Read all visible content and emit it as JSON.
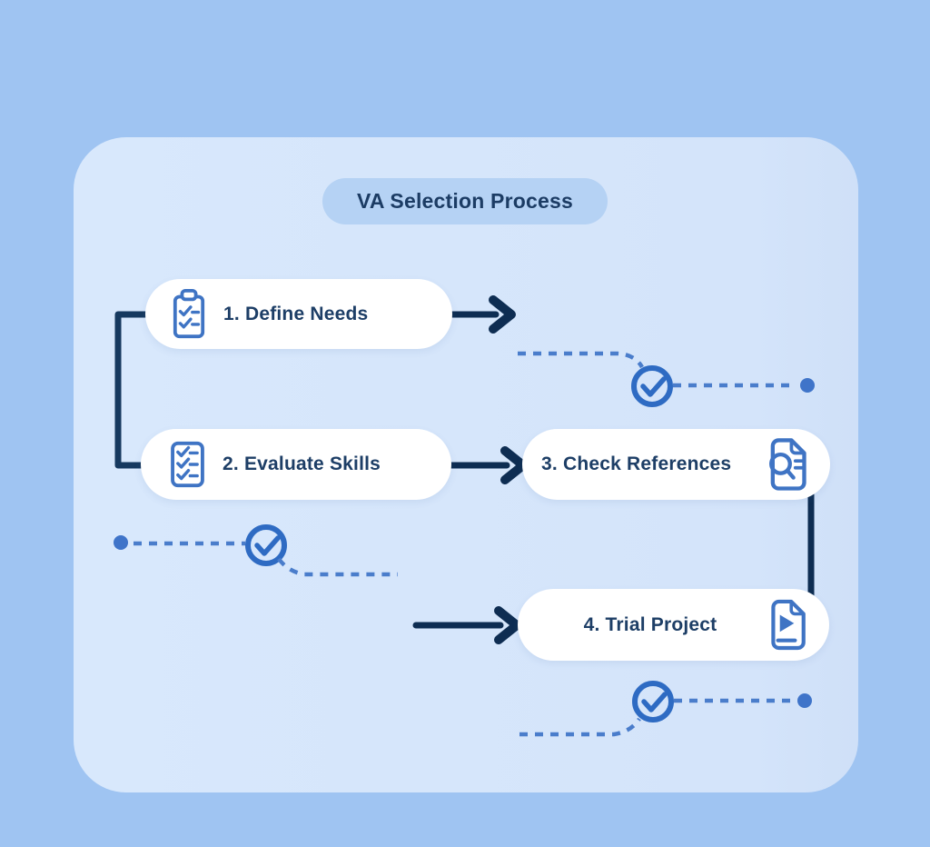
{
  "title": "VA Selection Process",
  "steps": [
    {
      "label": "1. Define Needs",
      "icon": "clipboard-check-icon"
    },
    {
      "label": "2. Evaluate Skills",
      "icon": "checklist-icon"
    },
    {
      "label": "3. Check References",
      "icon": "document-search-icon"
    },
    {
      "label": "4. Trial Project",
      "icon": "document-play-icon"
    }
  ],
  "flow": {
    "arrows": [
      {
        "from": "1. Define Needs",
        "direction": "right"
      },
      {
        "from": "2. Evaluate Skills",
        "to": "3. Check References"
      },
      {
        "to": "4. Trial Project",
        "direction": "right"
      }
    ],
    "brackets": [
      {
        "connects": [
          "1. Define Needs",
          "2. Evaluate Skills"
        ],
        "side": "left"
      },
      {
        "connects": [
          "3. Check References",
          "4. Trial Project"
        ],
        "side": "right"
      }
    ],
    "checkpoints": [
      {
        "icon": "check-circle-icon",
        "position": "right-of-step-1"
      },
      {
        "icon": "check-circle-icon",
        "position": "below-step-2"
      },
      {
        "icon": "check-circle-icon",
        "position": "below-step-4"
      }
    ]
  },
  "colors": {
    "background": "#9fc4f2",
    "card": "#d6e6fb",
    "title_pill": "#b5d2f4",
    "node_background": "#ffffff",
    "text": "#1c3c64",
    "dark_line": "#0e2d52",
    "accent_blue": "#3b72c4",
    "dashed_line": "#4a7dcb"
  }
}
